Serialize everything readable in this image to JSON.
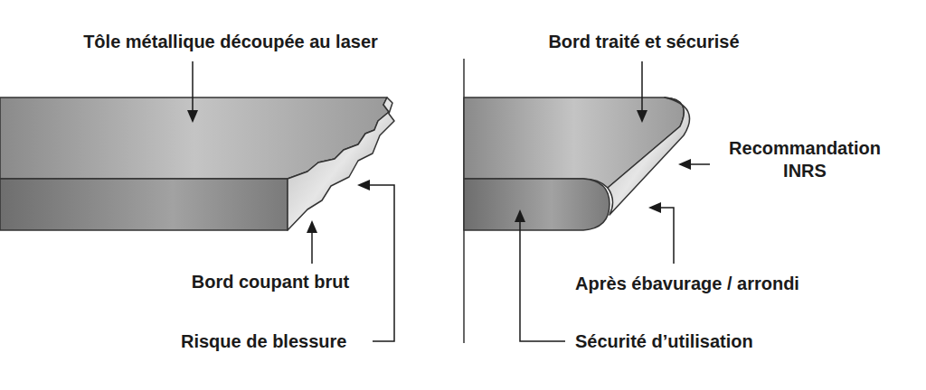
{
  "diagram": {
    "labels": [
      "Tôle métallique découpée au laser",
      "Bord coupant brut",
      "Risque de blessure",
      "Bord traité et sécurisé",
      "Recommandation INRS",
      "Après ébavurage / arrondi",
      "Sécurité d’utilisation"
    ]
  }
}
